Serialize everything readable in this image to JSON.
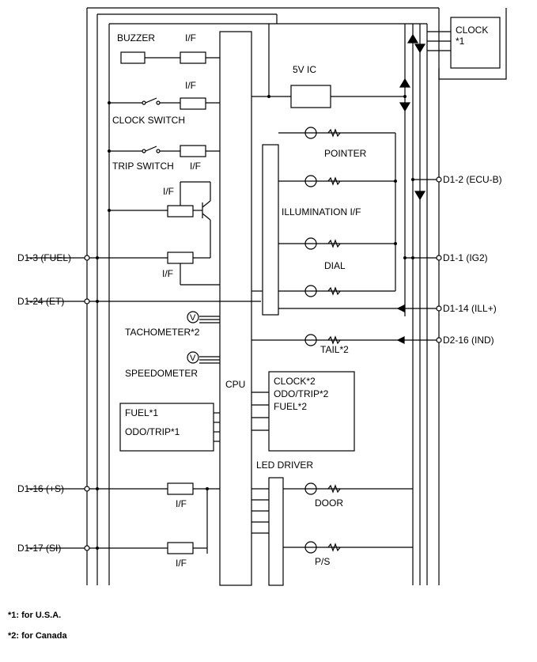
{
  "diagram": {
    "labels": {
      "buzzer": "BUZZER",
      "clock_switch": "CLOCK SWITCH",
      "trip_switch": "TRIP SWITCH",
      "if": "I/F",
      "five_v_ic": "5V IC",
      "pointer": "POINTER",
      "illumination_if": "ILLUMINATION I/F",
      "dial": "DIAL",
      "tachometer": "TACHOMETER*2",
      "speedometer": "SPEEDOMETER",
      "cpu": "CPU",
      "tail": "TAIL*2",
      "fuel_box_line1": "FUEL*1",
      "fuel_box_line2": "ODO/TRIP*1",
      "clock_box_line1": "CLOCK*2",
      "clock_box_line2": "ODO/TRIP*2",
      "clock_box_line3": "FUEL*2",
      "led_driver": "LED DRIVER",
      "door": "DOOR",
      "ps": "P/S",
      "clock_module_line1": "CLOCK",
      "clock_module_line2": "*1",
      "gauge_symbol": "V"
    },
    "terminals": {
      "d1_3": "D1-3 (FUEL)",
      "d1_24": "D1-24 (ET)",
      "d1_16": "D1-16 (+S)",
      "d1_17": "D1-17 (SI)",
      "d1_2": "D1-2 (ECU-B)",
      "d1_1": "D1-1 (IG2)",
      "d1_14": "D1-14 (ILL+)",
      "d2_16": "D2-16 (IND)"
    },
    "footnotes": {
      "note1": "*1: for U.S.A.",
      "note2": "*2: for Canada"
    }
  }
}
